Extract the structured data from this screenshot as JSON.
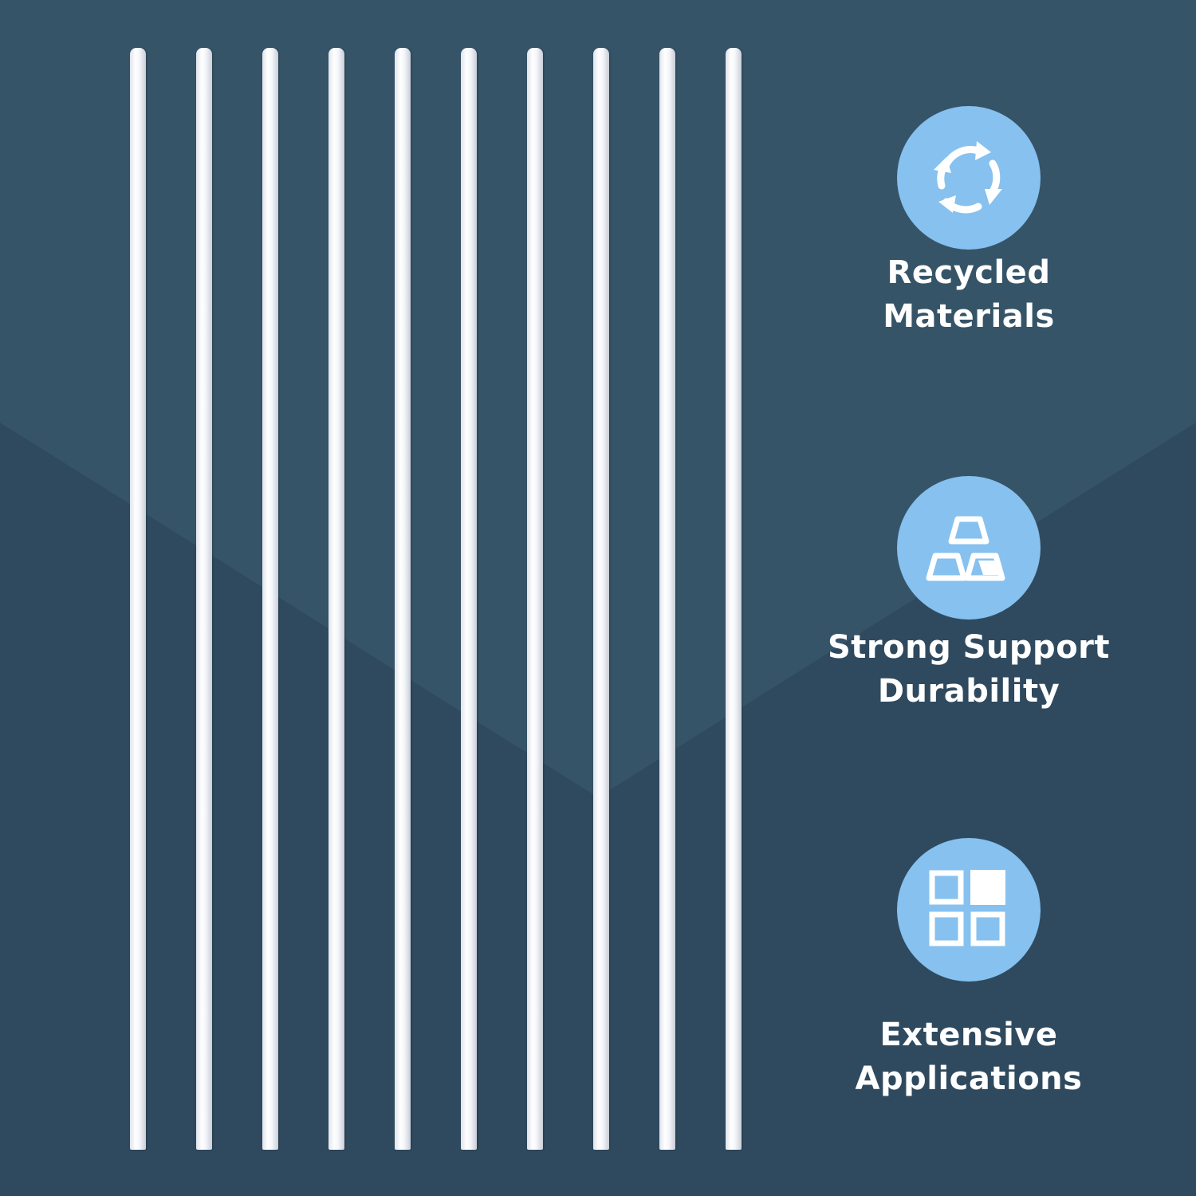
{
  "colors": {
    "background": "#2f4a5f",
    "panel_light": "#365468",
    "badge": "#86c1ef",
    "rod": "#ffffff",
    "text": "#ffffff"
  },
  "product": {
    "rod_count": 10
  },
  "features": [
    {
      "icon": "recycle-arrows-icon",
      "line1": "Recycled",
      "line2": "Materials"
    },
    {
      "icon": "stacked-bars-icon",
      "line1": "Strong Support",
      "line2": "Durability"
    },
    {
      "icon": "grid-squares-icon",
      "line1": "Extensive",
      "line2": "Applications"
    }
  ]
}
